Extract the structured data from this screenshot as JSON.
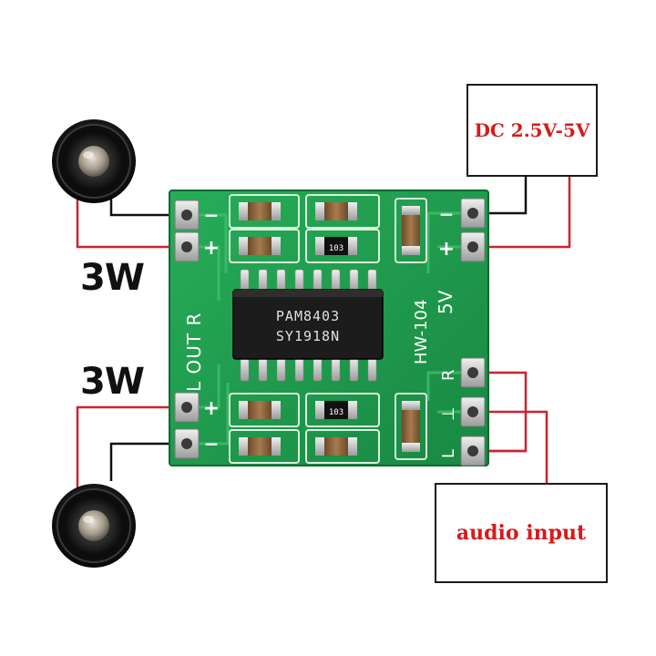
{
  "labels": {
    "power_supply": "DC 2.5V-5V",
    "audio_input": "audio input",
    "watt_right": "3W",
    "watt_left": "3W"
  },
  "board": {
    "chip_line1": "PAM8403",
    "chip_line2": "SY1918N",
    "model": "HW-104",
    "voltage": "5V",
    "left_out_label": "L OUT R",
    "resistor_code_top": "103",
    "resistor_code_bottom": "103",
    "pin_minus": "−",
    "pin_plus": "+",
    "pin_r": "R",
    "pin_ground": "⊥",
    "pin_l": "L"
  },
  "colors": {
    "board_green": "#1f9a4c",
    "board_dark": "#157a39",
    "wire_red": "#d02030",
    "wire_black": "#111111",
    "text_red": "#d61a1a"
  }
}
